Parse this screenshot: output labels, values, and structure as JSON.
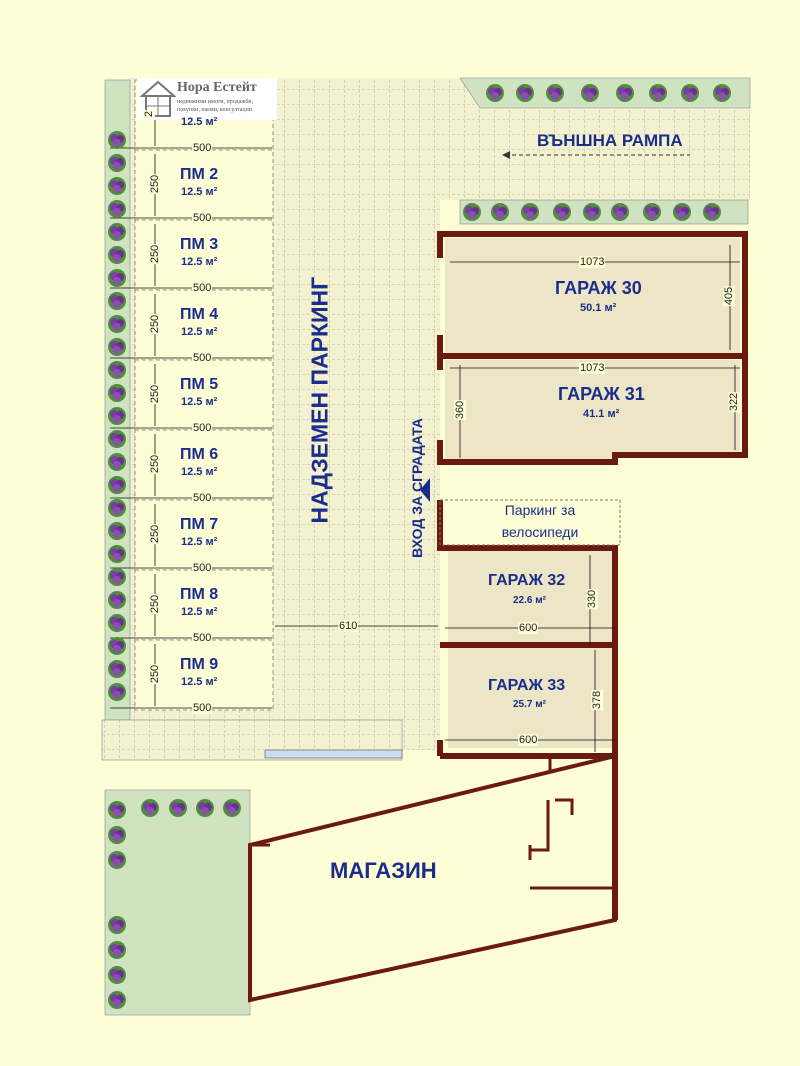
{
  "logo": {
    "name": "Нора Естейт",
    "tagline": "недвижими имоти, продажби, покупки, наеми, консултации"
  },
  "labels": {
    "outer_ramp": "ВЪНШНА РАМПА",
    "ground_parking": "НАДЗЕМЕН ПАРКИНГ",
    "entrance": "ВХОД ЗА СГРАДАТА",
    "bike_parking_1": "Паркинг за",
    "bike_parking_2": "велосипеди",
    "store": "МАГАЗИН"
  },
  "parking_spots": [
    {
      "label": "",
      "area": "12.5 м²",
      "width": "500",
      "depth": "2"
    },
    {
      "label": "ПМ 2",
      "area": "12.5 м²",
      "width": "500",
      "depth": "250"
    },
    {
      "label": "ПМ 3",
      "area": "12.5 м²",
      "width": "500",
      "depth": "250"
    },
    {
      "label": "ПМ 4",
      "area": "12.5 м²",
      "width": "500",
      "depth": "250"
    },
    {
      "label": "ПМ 5",
      "area": "12.5 м²",
      "width": "500",
      "depth": "250"
    },
    {
      "label": "ПМ 6",
      "area": "12.5 м²",
      "width": "500",
      "depth": "250"
    },
    {
      "label": "ПМ 7",
      "area": "12.5 м²",
      "width": "500",
      "depth": "250"
    },
    {
      "label": "ПМ 8",
      "area": "12.5 м²",
      "width": "500",
      "depth": "250"
    },
    {
      "label": "ПМ 9",
      "area": "12.5 м²",
      "width": "500",
      "depth": "250"
    }
  ],
  "aisle_dim": "610",
  "garages": [
    {
      "label": "ГАРАЖ 30",
      "area": "50.1 м²",
      "width": "1073",
      "depth": "405"
    },
    {
      "label": "ГАРАЖ 31",
      "area": "41.1 м²",
      "width": "1073",
      "depth": "322",
      "depth2": "360"
    },
    {
      "label": "ГАРАЖ 32",
      "area": "22.6 м²",
      "width": "600",
      "depth": "330"
    },
    {
      "label": "ГАРАЖ 33",
      "area": "25.7 м²",
      "width": "600",
      "depth": "378"
    }
  ],
  "colors": {
    "wall": "#6b1a10",
    "text": "#1a2d8c",
    "garage_fill": "#ede6c6",
    "green": "#cfe3c0",
    "tiles": "#eeeecb"
  }
}
